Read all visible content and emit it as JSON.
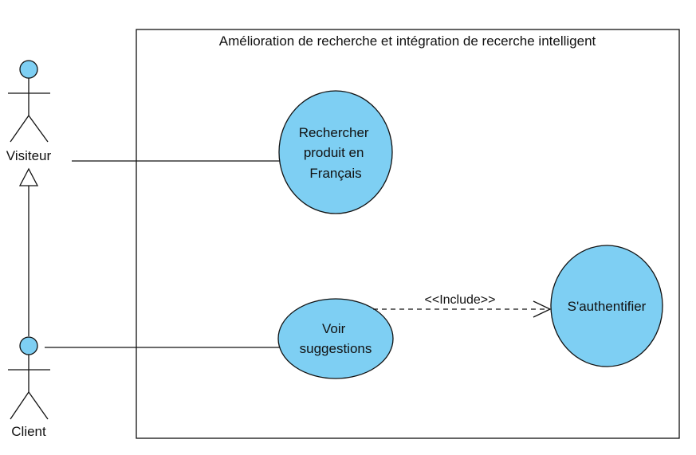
{
  "colors": {
    "fill": "#7ecff3",
    "stroke": "#111111",
    "background": "#ffffff"
  },
  "system": {
    "title": "Amélioration de recherche et intégration de recerche intelligent"
  },
  "actors": {
    "visiteur": {
      "name": "Visiteur"
    },
    "client": {
      "name": "Client"
    }
  },
  "use_cases": {
    "rechercher": {
      "lines": [
        "Rechercher",
        "produit en",
        "Français"
      ]
    },
    "voir": {
      "lines": [
        "Voir",
        "suggestions"
      ]
    },
    "auth": {
      "lines": [
        "S'authentifier"
      ]
    }
  },
  "relations": {
    "include": {
      "label": "<<Include>>"
    }
  }
}
